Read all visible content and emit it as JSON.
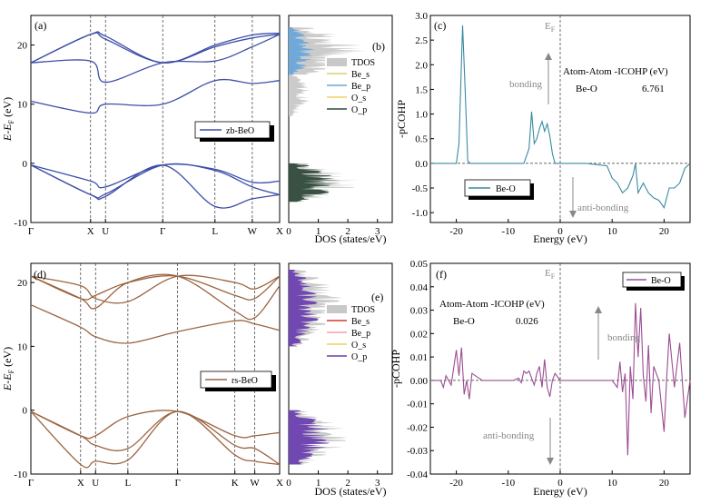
{
  "colors": {
    "zb_band": "#3d4ea8",
    "rs_band": "#9c6440",
    "cohp_zb": "#3a8aa0",
    "cohp_rs": "#9c4d94",
    "tdos": "#c8c8c8",
    "zb_be_s": "#d9d26a",
    "zb_be_p": "#6aa6d9",
    "zb_o_s": "#f0d060",
    "zb_o_p": "#2f4a3a",
    "rs_be_s": "#d23a2a",
    "rs_be_p": "#f2a0a8",
    "rs_o_s": "#f0d060",
    "rs_o_p": "#6b3fb0",
    "grey_text": "#888888"
  },
  "chart_data": [
    {
      "id": "a",
      "type": "line",
      "panel_label": "(a)",
      "legend": "zb-BeO",
      "ylabel": "E-E_F (eV)",
      "ylim": [
        -10,
        25
      ],
      "yticks": [
        -10,
        0,
        10,
        20
      ],
      "xtick_labels": [
        "Γ",
        "X",
        "U",
        "Γ",
        "L",
        "W",
        "X"
      ],
      "kpoints": [
        0,
        0.24,
        0.3,
        0.53,
        0.74,
        0.89,
        1.0
      ],
      "series": [
        {
          "x": [
            0,
            0.24,
            0.3,
            0.53,
            0.74,
            0.89,
            1.0
          ],
          "values": [
            -0.3,
            -3.0,
            -4.0,
            -0.3,
            -1.0,
            -3.2,
            -3.0
          ]
        },
        {
          "x": [
            0,
            0.24,
            0.3,
            0.53,
            0.74,
            0.89,
            1.0
          ],
          "values": [
            -0.3,
            -5.3,
            -5.2,
            -0.3,
            -1.2,
            -4.0,
            -5.3
          ]
        },
        {
          "x": [
            0,
            0.24,
            0.3,
            0.53,
            0.74,
            0.89,
            1.0
          ],
          "values": [
            -0.3,
            -5.3,
            -5.6,
            -0.3,
            -7.3,
            -6.0,
            -5.3
          ]
        },
        {
          "x": [
            0,
            0.24,
            0.3,
            0.53,
            0.74,
            0.89,
            1.0
          ],
          "values": [
            10.5,
            8.5,
            10.0,
            10.0,
            14.0,
            13.5,
            14.0
          ]
        },
        {
          "x": [
            0,
            0.24,
            0.3,
            0.53,
            0.74,
            0.89,
            1.0
          ],
          "values": [
            17.0,
            17.3,
            13.7,
            17.0,
            17.3,
            19.7,
            21.8
          ]
        },
        {
          "x": [
            0,
            0.24,
            0.3,
            0.53,
            0.74,
            0.89,
            1.0
          ],
          "values": [
            17.0,
            21.8,
            21.0,
            17.0,
            19.7,
            21.2,
            21.8
          ]
        },
        {
          "x": [
            0,
            0.24,
            0.3,
            0.53,
            0.74,
            0.89,
            1.0
          ],
          "values": [
            17.0,
            21.8,
            21.5,
            17.0,
            20.0,
            21.7,
            22.0
          ]
        }
      ]
    },
    {
      "id": "b",
      "type": "area",
      "panel_label": "(b)",
      "xlabel": "DOS (states/eV)",
      "xlim": [
        0,
        3.5
      ],
      "xticks": [
        0,
        1,
        2,
        3
      ],
      "ylim": [
        -10,
        25
      ],
      "legend": [
        "TDOS",
        "Be_s",
        "Be_p",
        "O_s",
        "O_p"
      ],
      "features": [
        {
          "name": "valence",
          "y_range": [
            -6.5,
            0
          ],
          "tdos_max": 2.4,
          "o_p_max": 1.8
        },
        {
          "name": "conduction-low",
          "y_range": [
            8,
            15
          ],
          "tdos_max": 0.8
        },
        {
          "name": "conduction-high",
          "y_range": [
            15,
            23
          ],
          "tdos_max": 2.8,
          "be_p_max": 0.9
        }
      ]
    },
    {
      "id": "c",
      "type": "line",
      "panel_label": "(c)",
      "series_name": "Be-O",
      "xlabel": "Energy (eV)",
      "ylabel": "-pCOHP",
      "xlim": [
        -25,
        25
      ],
      "ylim": [
        -1.2,
        3.0
      ],
      "xticks": [
        -20,
        -10,
        0,
        10,
        20
      ],
      "yticks": [
        -1.0,
        -0.5,
        0.0,
        0.5,
        1.0,
        1.5,
        2.0,
        2.5,
        3.0
      ],
      "ytick_labels": [
        "-1.0",
        "-0.5",
        "0.0",
        "0.5",
        "1.0",
        "1.5",
        "2.0",
        "2.5",
        "3.0"
      ],
      "fermi_label": "E_F",
      "bonding_label": "bonding",
      "antibonding_label": "anti-bonding",
      "table_header": "Atom-Atom  -ICOHP (eV)",
      "table_pair": "Be-O",
      "table_value": "6.761",
      "x": [
        -25,
        -20,
        -19.5,
        -18.8,
        -18.3,
        -17.8,
        -17.3,
        -10,
        -7,
        -6,
        -5.5,
        -5.0,
        -4.5,
        -4.0,
        -3.5,
        -3.0,
        -2.5,
        -2.0,
        -1.5,
        -1.0,
        0,
        5,
        9,
        10,
        11,
        12,
        13,
        14,
        14.5,
        15,
        16,
        17,
        18,
        19,
        20,
        21,
        22,
        23,
        24,
        25
      ],
      "values": [
        0,
        0,
        0.4,
        2.8,
        1.5,
        0.05,
        0,
        0,
        0,
        0.3,
        1.05,
        0.4,
        0.5,
        0.7,
        0.85,
        0.65,
        0.8,
        0.55,
        0.2,
        0,
        0,
        0,
        -0.05,
        -0.3,
        -0.4,
        -0.6,
        -0.5,
        -0.25,
        0,
        -0.6,
        -0.4,
        -0.6,
        -0.7,
        -0.75,
        -0.9,
        -0.5,
        -0.5,
        -0.4,
        -0.1,
        0
      ]
    },
    {
      "id": "d",
      "type": "line",
      "panel_label": "(d)",
      "legend": "rs-BeO",
      "ylabel": "E-E_F (eV)",
      "ylim": [
        -10,
        23
      ],
      "yticks": [
        -10,
        0,
        10,
        20
      ],
      "xtick_labels": [
        "Γ",
        "X",
        "U",
        "L",
        "Γ",
        "K",
        "W",
        "X"
      ],
      "kpoints": [
        0,
        0.2,
        0.26,
        0.39,
        0.59,
        0.82,
        0.9,
        1.0
      ],
      "series": [
        {
          "x": [
            0,
            0.2,
            0.26,
            0.39,
            0.59,
            0.82,
            0.9,
            1.0
          ],
          "values": [
            -0.2,
            -4.0,
            -4.0,
            -1.0,
            -0.2,
            -4.0,
            -4.0,
            -3.5
          ]
        },
        {
          "x": [
            0,
            0.2,
            0.26,
            0.39,
            0.59,
            0.82,
            0.9,
            1.0
          ],
          "values": [
            -0.2,
            -4.0,
            -5.5,
            -6.0,
            -0.2,
            -5.5,
            -6.0,
            -8.5
          ]
        },
        {
          "x": [
            0,
            0.2,
            0.26,
            0.39,
            0.59,
            0.82,
            0.9,
            1.0
          ],
          "values": [
            -0.2,
            -8.5,
            -8.0,
            -7.8,
            -0.2,
            -7.0,
            -8.0,
            -8.5
          ]
        },
        {
          "x": [
            0,
            0.2,
            0.26,
            0.39,
            0.59,
            0.82,
            0.9,
            1.0
          ],
          "values": [
            16.5,
            13.0,
            11.5,
            10.5,
            12.3,
            14.0,
            13.5,
            12.5
          ]
        },
        {
          "x": [
            0,
            0.2,
            0.26,
            0.39,
            0.59,
            0.82,
            0.9,
            1.0
          ],
          "values": [
            21.0,
            17.5,
            16.0,
            20.0,
            21.0,
            15.5,
            14.5,
            19.5
          ]
        },
        {
          "x": [
            0,
            0.2,
            0.26,
            0.39,
            0.59,
            0.82,
            0.9,
            1.0
          ],
          "values": [
            21.0,
            17.5,
            18.0,
            20.0,
            21.0,
            18.0,
            17.5,
            21.0
          ]
        },
        {
          "x": [
            0,
            0.2,
            0.26,
            0.39,
            0.59,
            0.82,
            0.9,
            1.0
          ],
          "values": [
            21.0,
            19.5,
            17.5,
            17.0,
            21.0,
            20.0,
            19.0,
            21.0
          ]
        }
      ]
    },
    {
      "id": "e",
      "type": "area",
      "panel_label": "(e)",
      "xlabel": "DOS (states/eV)",
      "xlim": [
        0,
        3.5
      ],
      "xticks": [
        0,
        1,
        2,
        3
      ],
      "ylim": [
        -10,
        23
      ],
      "legend": [
        "TDOS",
        "Be_s",
        "Be_p",
        "O_s",
        "O_p"
      ],
      "features": [
        {
          "name": "valence",
          "y_range": [
            -8.5,
            0
          ],
          "tdos_max": 2.1,
          "o_p_max": 1.5
        },
        {
          "name": "conduction",
          "y_range": [
            10,
            22
          ],
          "tdos_max": 2.0,
          "o_p_max": 1.1
        }
      ]
    },
    {
      "id": "f",
      "type": "line",
      "panel_label": "(f)",
      "series_name": "Be-O",
      "xlabel": "Energy (eV)",
      "ylabel": "-pCOHP",
      "xlim": [
        -25,
        25
      ],
      "ylim": [
        -0.04,
        0.05
      ],
      "xticks": [
        -20,
        -10,
        0,
        10,
        20
      ],
      "yticks": [
        -0.04,
        -0.03,
        -0.02,
        -0.01,
        0.0,
        0.01,
        0.02,
        0.03,
        0.04,
        0.05
      ],
      "ytick_labels": [
        "-0.04",
        "-0.03",
        "-0.02",
        "-0.01",
        "0.00",
        "0.01",
        "0.02",
        "0.03",
        "0.04",
        "0.05"
      ],
      "fermi_label": "E_F",
      "bonding_label": "bonding",
      "antibonding_label": "anti-bonding",
      "table_header": "Atom-Atom  -ICOHP (eV)",
      "table_pair": "Be-O",
      "table_value": "0.026",
      "x": [
        -25,
        -23,
        -22.5,
        -22,
        -21,
        -20,
        -19.5,
        -19,
        -18.5,
        -18,
        -17.5,
        -17,
        -15,
        -9,
        -8,
        -7.5,
        -7,
        -6.5,
        -6,
        -5.5,
        -5,
        -4.5,
        -4,
        -3.5,
        -3,
        -2.5,
        -2,
        -1.5,
        -1,
        0,
        10,
        11,
        11.5,
        12,
        12.5,
        13,
        13.5,
        14,
        14.5,
        15,
        15.5,
        16,
        16.5,
        17,
        17.5,
        18,
        19,
        20,
        20.5,
        21,
        22,
        23,
        24,
        25
      ],
      "values": [
        0,
        0,
        -0.003,
        0.002,
        -0.002,
        0.013,
        0.002,
        0.014,
        -0.006,
        0.0,
        -0.008,
        0.003,
        0,
        0,
        0.001,
        -0.001,
        0.004,
        0.003,
        0.004,
        0.001,
        -0.002,
        0.003,
        0.006,
        -0.003,
        0.009,
        -0.003,
        -0.007,
        0.0,
        0.003,
        0,
        0,
        -0.003,
        0.008,
        -0.005,
        0.003,
        -0.032,
        0.006,
        -0.008,
        0.033,
        0.01,
        0.031,
        0.002,
        -0.009,
        0.015,
        -0.014,
        0.006,
        0.0,
        -0.022,
        0.001,
        0.02,
        -0.003,
        0.016,
        -0.016,
        0.0
      ]
    }
  ]
}
